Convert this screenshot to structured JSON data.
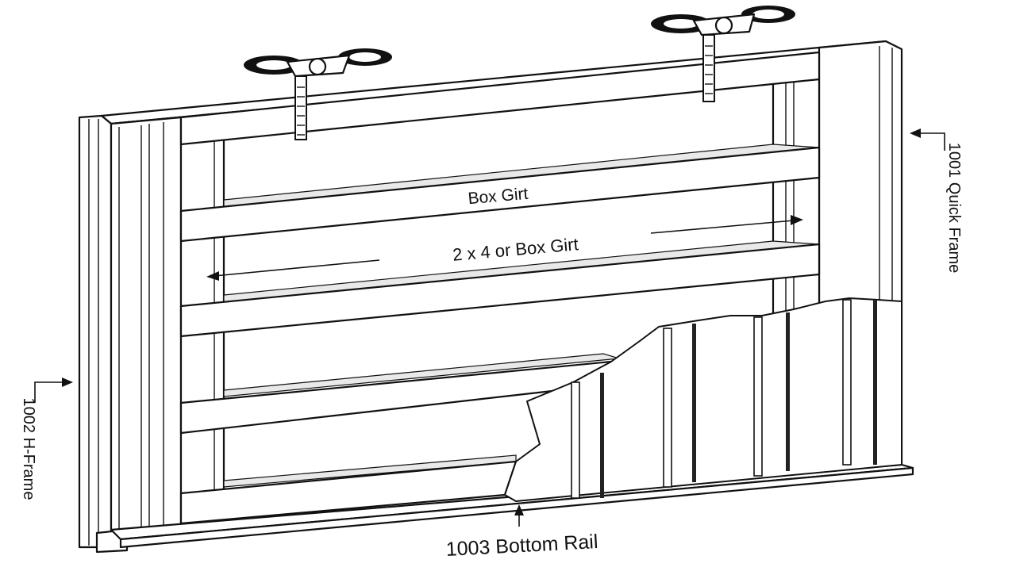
{
  "labels": {
    "box_girt": "Box Girt",
    "girt_option": "2 x 4 or Box Girt",
    "quick_frame": "1001 Quick Frame",
    "h_frame": "1002 H-Frame",
    "bottom_rail": "1003 Bottom Rail"
  }
}
